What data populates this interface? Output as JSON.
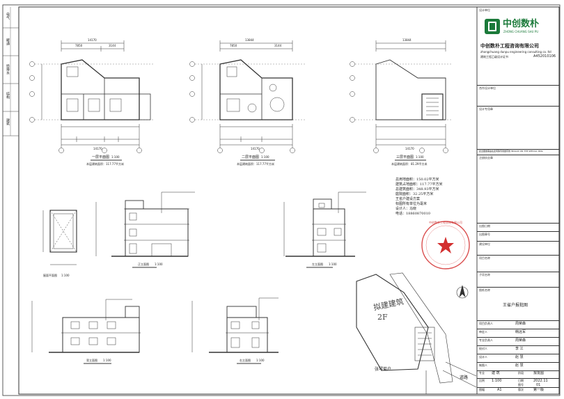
{
  "brand": {
    "cn": "中创数朴",
    "en": "ZHONG CHUANG SHU PU",
    "company_cn": "中创数朴工程咨询有限公司",
    "company_en": "zhongchuang dunpu engineering consulting co. ltd",
    "cert_label": "建筑工程乙级设计证书",
    "cert_no": "A452010106",
    "logo_color": "#1b7a3a"
  },
  "titleblock": {
    "header": "设计单位",
    "coop": "合作设计单位",
    "special": "设计专用章",
    "approval_note": "此出图章需由在此特殊专用章有效  INVALID ON THE SPECIAL SEAL",
    "registration": "注册执业章",
    "stamp_info": "出图日期",
    "seal_no": "出图章号",
    "project_no_label": "建设单位",
    "project_label": "项目名称",
    "sub_label": "子项名称",
    "drawing_label": "图纸名称",
    "drawing_name": "王省户报批图",
    "sign_rows": [
      {
        "role": "项目负责人",
        "name": "周荣森"
      },
      {
        "role": "审定人",
        "name": "韩远军"
      },
      {
        "role": "专业负责人",
        "name": "周荣森"
      },
      {
        "role": "校对人",
        "name": "李 江"
      },
      {
        "role": "设计人",
        "name": "赵 慧"
      },
      {
        "role": "制图人",
        "name": "赵 慧"
      }
    ],
    "discipline_label": "专业",
    "discipline": "建 筑",
    "phase_label": "阶段",
    "phase": "报批图",
    "scale_label": "比例",
    "scale": "1:100",
    "date_label": "日期",
    "date": "2022.11",
    "drawing_no_label": "图号",
    "drawing_no": "01",
    "size_label": "图幅",
    "size": "A1",
    "version_label": "版次",
    "version": "第一版"
  },
  "left_strip": [
    "电气",
    "暖通",
    "给排水",
    "结构",
    "建筑"
  ],
  "plans": [
    {
      "title": "一层平面图",
      "scale": "1:100",
      "area": "本层建筑面积：117.77平方米"
    },
    {
      "title": "二层平面图",
      "scale": "1:100",
      "area": "本层建筑面积：117.77平方米"
    },
    {
      "title": "三层平面图",
      "scale": "1:100",
      "area": "本层建筑面积：81.29平方米"
    }
  ],
  "elevations": [
    {
      "title": "正立面图",
      "scale": "1:100"
    },
    {
      "title": "左立面图",
      "scale": "1:100"
    },
    {
      "title": "背立面图",
      "scale": "1:100"
    },
    {
      "title": "右立面图",
      "scale": "1:100"
    },
    {
      "title": "屋面平面图",
      "scale": "1:100"
    }
  ],
  "stats": [
    "总用地面积：150.02平方米",
    "建筑占地面积：117.77平方米",
    "总建筑面积：348.93平方米",
    "庭院面积：32.25平方米",
    "王省户建设方案",
    "标图所有单位为毫米",
    "设计人：马晓",
    "电话：18860870010"
  ],
  "site": {
    "proposed": "拟建建筑",
    "floors": "2F",
    "neighbor": "张琴菊户",
    "road": "道路"
  },
  "stamp_text": "中创数朴工程咨询有限公司",
  "dims": {
    "total": "14170",
    "depth": "13844",
    "d1": "7850",
    "d2": "3144"
  }
}
